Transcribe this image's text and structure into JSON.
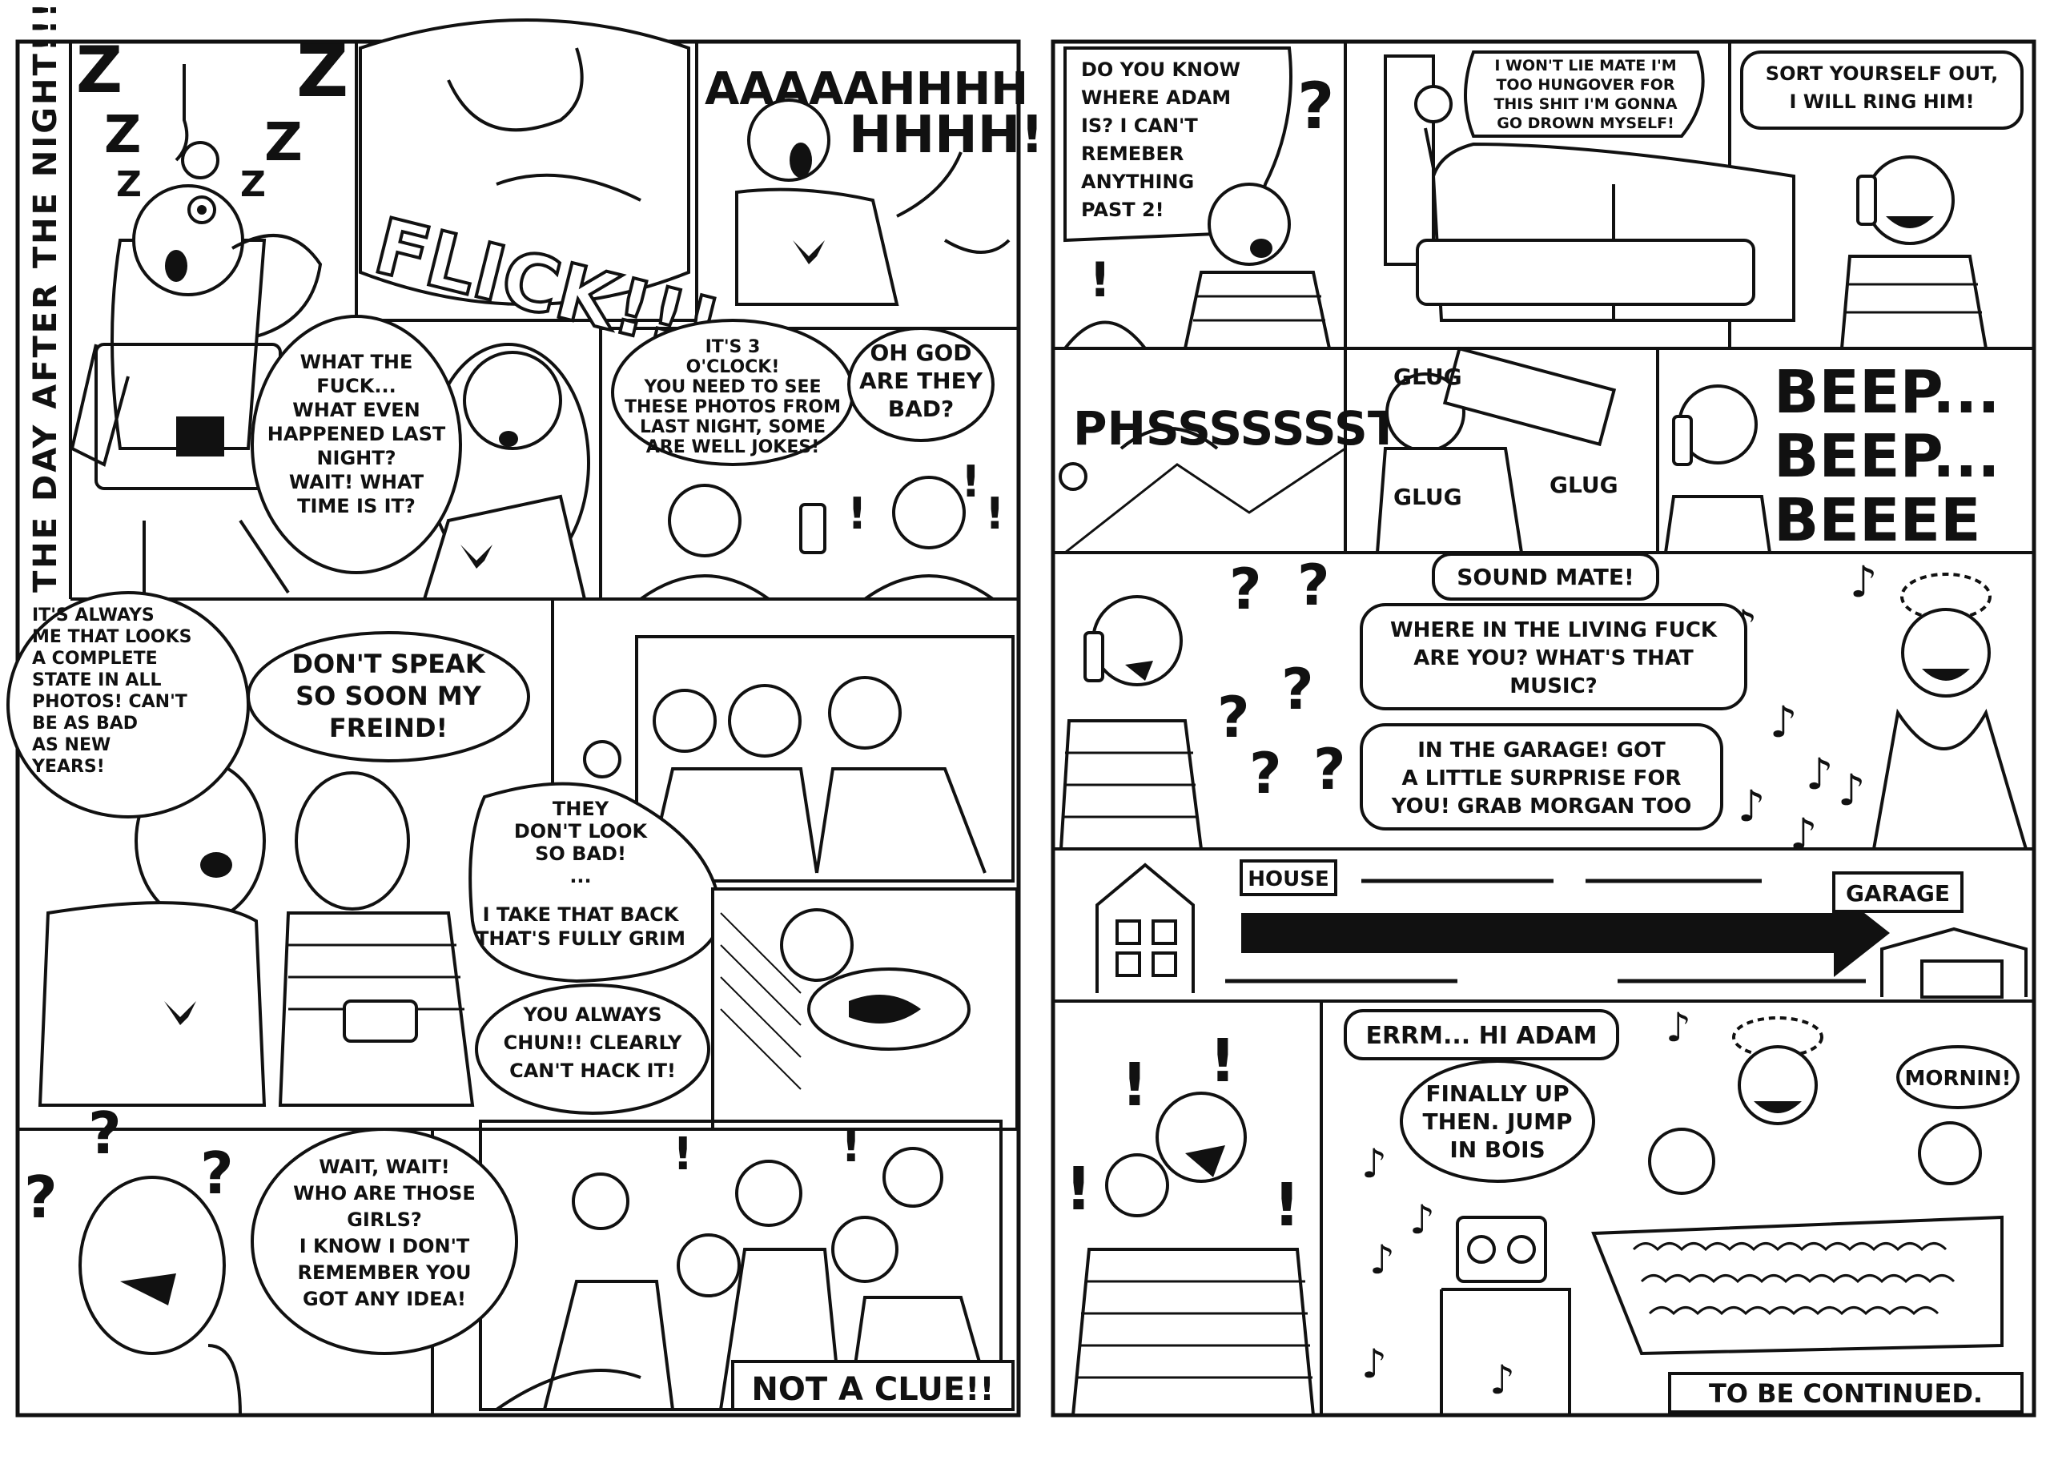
{
  "title_left": "THE DAY AFTER THE NIGHT!!!",
  "sfx": {
    "zzz": "Z",
    "flick": "FLICK!!!",
    "scream_top": "AAAAAHHHH",
    "scream_bottom": "HHHH!",
    "phsst": "PHSSSSSSST!!",
    "glug": "GLUG",
    "beep1": "BEEP...",
    "beep2": "BEEP...",
    "beep3": "BEEEE",
    "question": "?",
    "bang": "!",
    "note": "♪"
  },
  "bubbles": {
    "wtf": [
      "WHAT THE",
      "FUCK...",
      "WHAT EVEN",
      "HAPPENED LAST",
      "NIGHT?",
      "WAIT! WHAT",
      "TIME IS IT?"
    ],
    "three": [
      "IT'S 3",
      "O'CLOCK!",
      "YOU NEED TO SEE",
      "THESE PHOTOS FROM",
      "LAST NIGHT, SOME",
      "ARE WELL JOKES!"
    ],
    "ohgod": [
      "OH GOD",
      "ARE THEY",
      "BAD?"
    ],
    "always_me": [
      "IT'S ALWAYS",
      "ME THAT LOOKS",
      "A COMPLETE",
      "STATE IN ALL",
      "PHOTOS! CAN'T",
      "BE AS BAD",
      "AS NEW",
      "YEARS!"
    ],
    "dont_speak": [
      "DON'T SPEAK",
      "SO SOON MY",
      "FREIND!"
    ],
    "not_bad": [
      "THEY",
      "DON'T LOOK",
      "SO BAD!",
      "...",
      "I TAKE THAT BACK",
      "THAT'S FULLY GRIM"
    ],
    "chun": [
      "YOU ALWAYS",
      "CHUN!! CLEARLY",
      "CAN'T HACK IT!"
    ],
    "girls": [
      "WAIT, WAIT!",
      "WHO ARE THOSE",
      "GIRLS?",
      "I KNOW I DON'T",
      "REMEMBER YOU",
      "GOT ANY IDEA!"
    ],
    "not_a_clue": [
      "NOT A CLUE!!"
    ],
    "where_adam": [
      "DO YOU KNOW",
      "WHERE ADAM",
      "IS? I CAN'T",
      "REMEBER",
      "ANYTHING",
      "PAST 2!"
    ],
    "hungover": [
      "I WON'T LIE MATE I'M",
      "TOO HUNGOVER FOR",
      "THIS SHIT I'M GONNA",
      "GO DROWN MYSELF!"
    ],
    "sort_out": [
      "SORT YOURSELF OUT,",
      "I WILL RING HIM!"
    ],
    "sound_mate": [
      "SOUND MATE!"
    ],
    "where_fuck": [
      "WHERE IN THE LIVING FUCK",
      "ARE YOU? WHAT'S THAT",
      "MUSIC?"
    ],
    "garage_reply": [
      "IN THE GARAGE! GOT",
      "A LITTLE SURPRISE FOR",
      "YOU! GRAB MORGAN TOO"
    ],
    "errm": [
      "ERRM... HI ADAM"
    ],
    "finally": [
      "FINALLY UP",
      "THEN. JUMP",
      "IN BOIS"
    ],
    "mornin": [
      "MORNIN!"
    ],
    "continued": [
      "TO BE CONTINUED."
    ]
  },
  "map": {
    "house": "HOUSE",
    "garage": "GARAGE"
  },
  "colors": {
    "ink": "#111111",
    "paper": "#ffffff",
    "gutter": "#ffffff"
  }
}
